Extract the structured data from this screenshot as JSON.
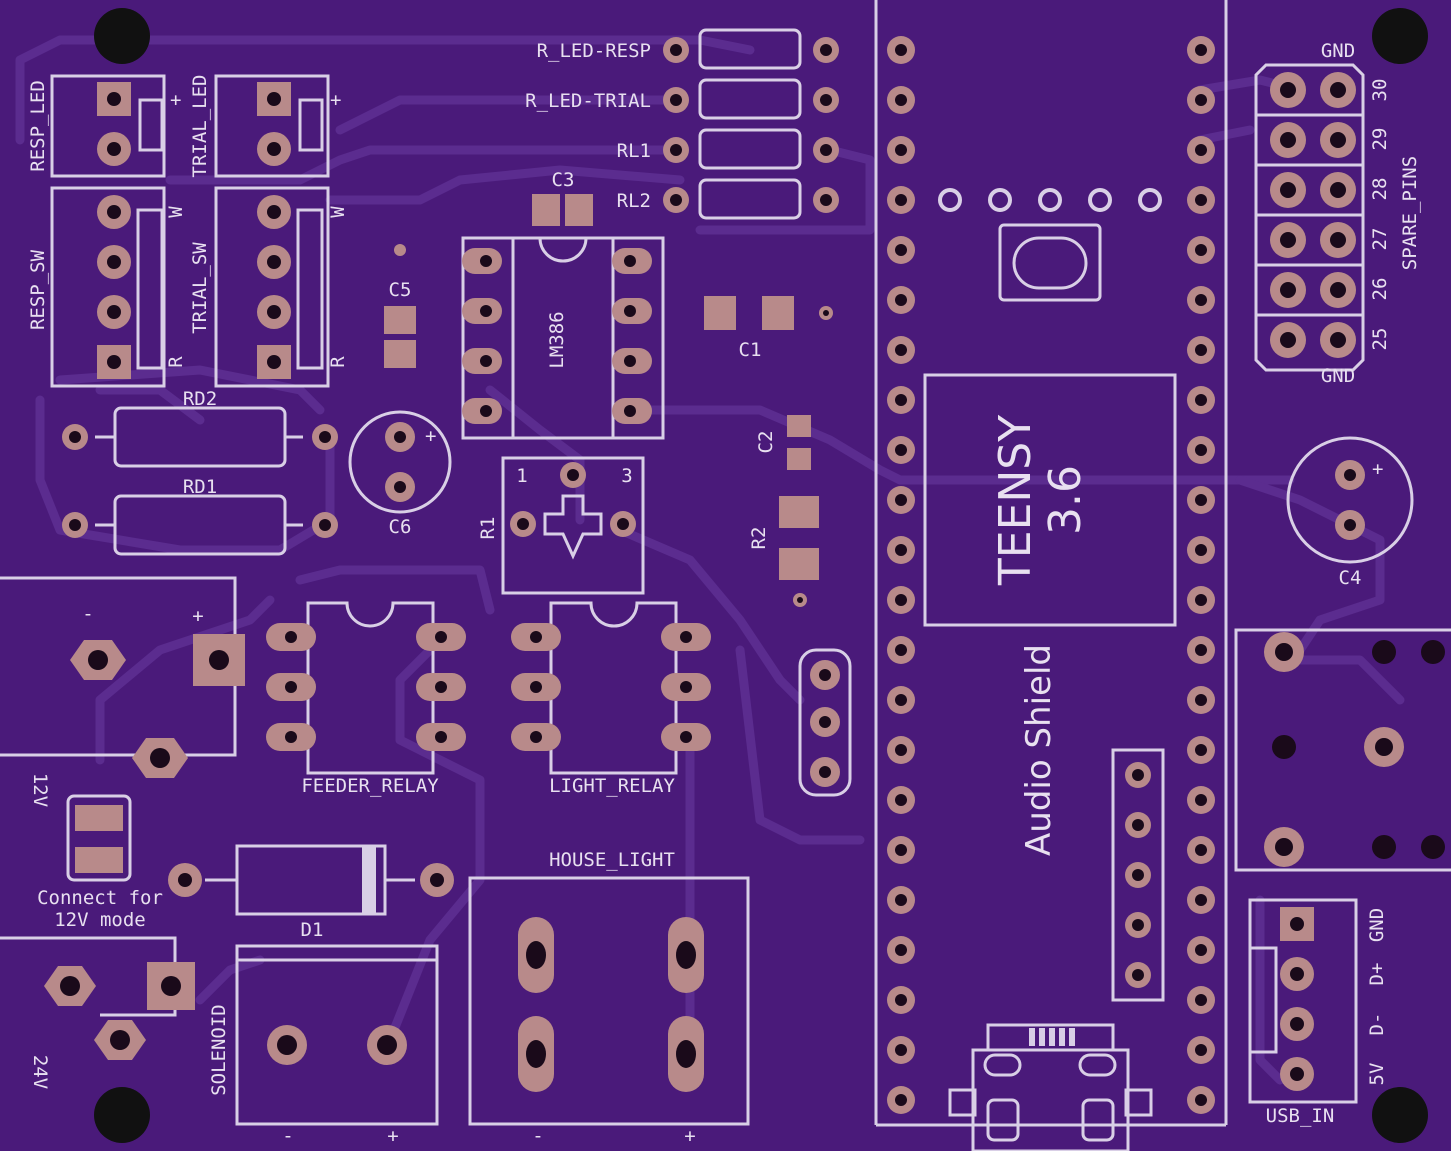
{
  "board": {
    "colors": {
      "substrate": "#4a1a7a",
      "trace": "#5b2c8f",
      "silkscreen": "#d9cfe6",
      "copper_pad": "#b88a8a",
      "drill": "#1a0a1a"
    }
  },
  "labels": {
    "r_led_resp": "R_LED-RESP",
    "r_led_trial": "R_LED-TRIAL",
    "rl1": "RL1",
    "rl2": "RL2",
    "c3": "C3",
    "c5": "C5",
    "c1": "C1",
    "c2": "C2",
    "c6": "C6",
    "c4": "C4",
    "r1": "R1",
    "r2": "R2",
    "rd1": "RD1",
    "rd2": "RD2",
    "lm386": "LM386",
    "resp_led": "RESP_LED",
    "trial_led": "TRIAL_LED",
    "resp_sw": "RESP_SW",
    "trial_sw": "TRIAL_SW",
    "feeder_relay": "FEEDER_RELAY",
    "light_relay": "LIGHT_RELAY",
    "house_light": "HOUSE_LIGHT",
    "solenoid": "SOLENOID",
    "d1": "D1",
    "v12": "12V",
    "v24": "24V",
    "connect_line1": "Connect for",
    "connect_line2": "12V mode",
    "teensy": "TEENSY",
    "teensy_ver": "3.6",
    "audio_shield": "Audio Shield",
    "spare_pins": "SPARE_PINS",
    "gnd_top": "GND",
    "gnd_bottom": "GND",
    "usb_in": "USB_IN",
    "usb_pins": [
      "5V",
      "D-",
      "D+",
      "GND"
    ],
    "spare_numbers": [
      "30",
      "29",
      "28",
      "27",
      "26",
      "25"
    ],
    "plus": "+",
    "minus": "-",
    "pot_1": "1",
    "pot_3": "3",
    "w": "W",
    "r": "R"
  }
}
